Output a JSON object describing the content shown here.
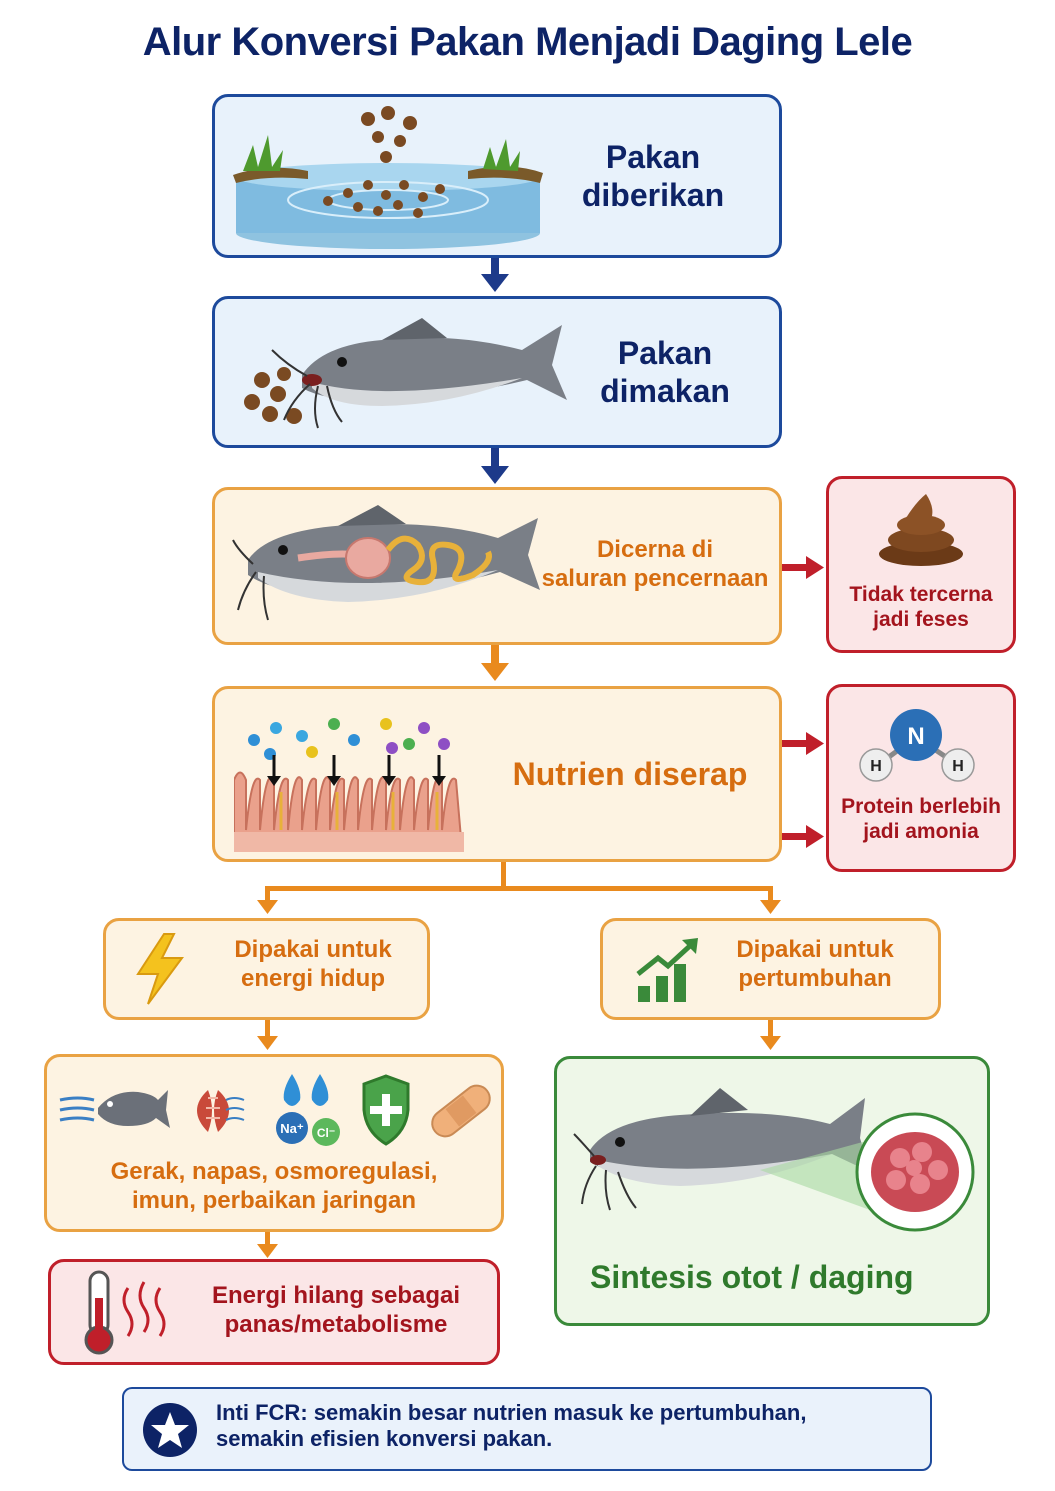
{
  "title": "Alur Konversi Pakan Menjadi Daging Lele",
  "steps": {
    "feed_given": "Pakan\ndiberikan",
    "feed_eaten": "Pakan\ndimakan",
    "digested": "Dicerna di\nsaluran pencernaan",
    "absorbed": "Nutrien diserap",
    "energy_use": "Dipakai untuk\nenergi hidup",
    "growth_use": "Dipakai untuk\npertumbuhan",
    "energy_activities": "Gerak, napas, osmoregulasi,\nimun, perbaikan jaringan",
    "energy_lost": "Energi hilang sebagai\npanas/metabolisme",
    "muscle_synthesis": "Sintesis otot / daging"
  },
  "side": {
    "undigested": "Tidak tercerna\njadi feses",
    "ammonia": "Protein berlebih\njadi amonia"
  },
  "molecule": {
    "center": "N",
    "left": "H",
    "right": "H"
  },
  "ions": {
    "sodium": "Na⁺",
    "chloride": "Cl⁻"
  },
  "note": "Inti FCR: semakin besar nutrien masuk ke pertumbuhan,\nsemakin efisien konversi pakan.",
  "icons": [
    "pond-icon",
    "catfish-icon",
    "digestive-icon",
    "intestine-villi-icon",
    "poop-icon",
    "ammonia-molecule-icon",
    "lightning-icon",
    "growth-chart-icon",
    "gill-icon",
    "water-drop-icon",
    "shield-icon",
    "bandage-icon",
    "thermometer-icon",
    "heat-waves-icon",
    "meat-icon",
    "star-icon"
  ],
  "colors": {
    "navy": "#0d2366",
    "orange": "#e9a243",
    "orange_text": "#d66d10",
    "red": "#c01f2a",
    "green": "#3a8a3a"
  }
}
